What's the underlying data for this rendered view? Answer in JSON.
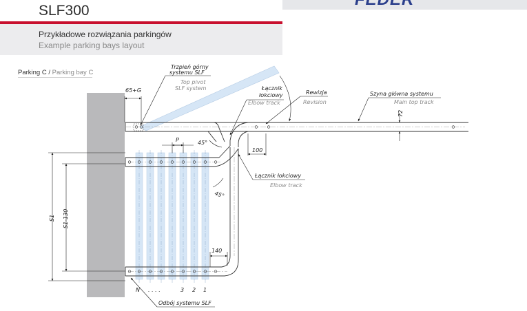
{
  "header": {
    "logo": "FEDER",
    "title": "SLF300",
    "subtitle_pl": "Przykładowe rozwiązania parkingów",
    "subtitle_en": "Example parking bays layout"
  },
  "bay": {
    "label_pl": "Parking C",
    "separator": " / ",
    "label_en": "Parking bay C"
  },
  "annotations": {
    "top_pivot_pl_1": "Trzpień górny",
    "top_pivot_pl_2": "systemu SLF",
    "top_pivot_en_1": "Top pivot",
    "top_pivot_en_2": "SLF system",
    "elbow_top_pl_1": "Łącznik",
    "elbow_top_pl_2": "łokciowy",
    "elbow_top_en": "Elbow track",
    "revision_pl": "Rewizja",
    "revision_en": "Revision",
    "main_track_pl": "Szyna główna systemu",
    "main_track_en": "Main top track",
    "elbow_mid_pl": "Łącznik łokciowy",
    "elbow_mid_en": "Elbow track",
    "stop_pl": "Odbój systemu SLF"
  },
  "dimensions": {
    "offset": "65+G",
    "pitch": "P",
    "angle_top": "45°",
    "angle_mid": "45°",
    "gap_100": "100",
    "height_72": "72",
    "gap_140": "140",
    "s1": "S1",
    "s1_minus": "S1-130"
  },
  "panel_numbers": [
    "N",
    "3",
    "2",
    "1"
  ],
  "colors": {
    "accent_red": "#c8102e",
    "brand_blue": "#2b3f8c",
    "panel_blue": "#cfe0f3",
    "track_line": "#333333"
  }
}
